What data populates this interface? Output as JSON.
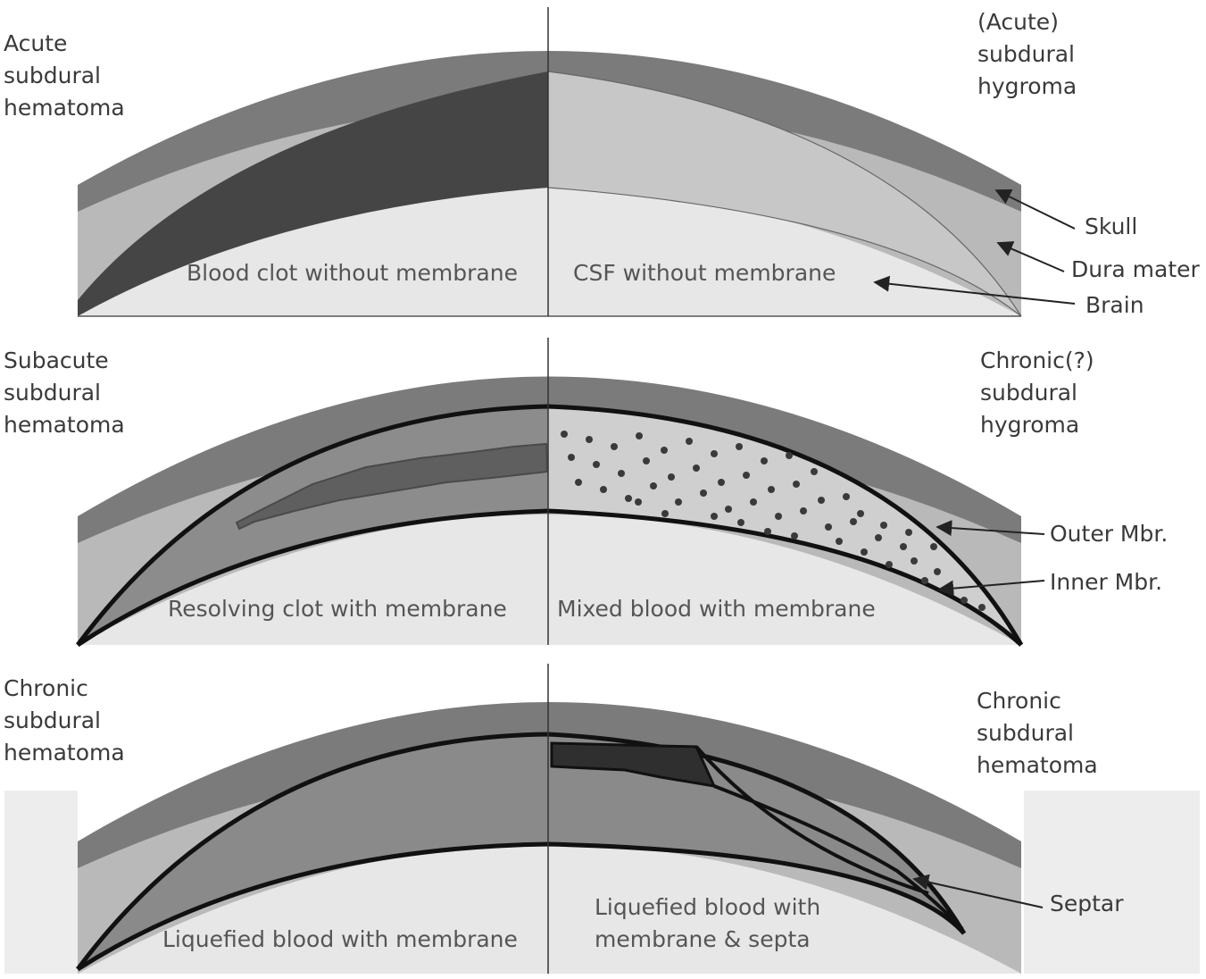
{
  "panels": [
    {
      "left_title": [
        "Acute",
        "subdural",
        "hematoma"
      ],
      "right_title": [
        "(Acute)",
        "subdural",
        "hygroma"
      ],
      "left_caption": [
        "Blood clot without membrane"
      ],
      "right_caption": [
        "CSF without membrane"
      ]
    },
    {
      "left_title": [
        "Subacute",
        "subdural",
        "hematoma"
      ],
      "right_title": [
        "Chronic(?)",
        "subdural",
        "hygroma"
      ],
      "left_caption": [
        "Resolving clot with membrane"
      ],
      "right_caption": [
        "Mixed blood with membrane"
      ]
    },
    {
      "left_title": [
        "Chronic",
        "subdural",
        "hematoma"
      ],
      "right_title": [
        "Chronic",
        "subdural",
        "hematoma"
      ],
      "left_caption": [
        "Liquefied blood with membrane"
      ],
      "right_caption": [
        "Liquefied blood with",
        "membrane & septa"
      ]
    }
  ],
  "callouts": {
    "skull": "Skull",
    "dura": "Dura mater",
    "brain": "Brain",
    "outer": "Outer Mbr.",
    "inner": "Inner Mbr.",
    "septa": "Septar"
  },
  "colors": {
    "skull": "#7b7b7b",
    "dura": "#b9b9b9",
    "brain": "#e7e7e7",
    "clot": "#454545",
    "csf": "#c7c7c7",
    "subacute": "#8c8c8c",
    "liquefied": "#8a8a8a",
    "membrane": "#111111"
  }
}
